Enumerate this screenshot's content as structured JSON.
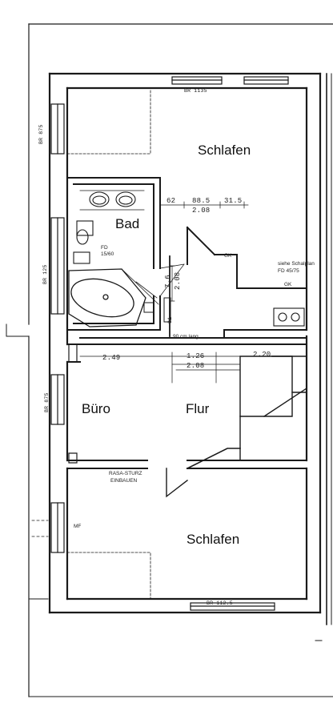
{
  "rooms": {
    "schlafen_top": "Schlafen",
    "bad": "Bad",
    "buero": "Büro",
    "flur": "Flur",
    "schlafen_bottom": "Schlafen"
  },
  "dimensions": {
    "br_top": "BR 1135",
    "br_left_top": "BR 875",
    "br_left_bath": "BR 125",
    "br_left_office": "BR 875",
    "br_bottom": "BR 112.5",
    "d_62": "62",
    "d_885": "88.5",
    "d_315": "31.5",
    "d_208_top": "2.08",
    "d_76": "7.6",
    "d_208_vert": "2.08",
    "d_91": "91",
    "d_249": "2.49",
    "d_126": "1.26",
    "d_208_mid": "2.08",
    "d_220": "2.20",
    "d_90": "90 cm lang",
    "fd_bath": "FD",
    "fd_bath_size": "15/60",
    "gk_1": "GK",
    "gk_2": "GK",
    "fd_right": "FD 45/75",
    "schalung": "siehe Schalplan",
    "rasa": "RASA-STURZ",
    "einbauen": "EINBAUEN",
    "mf": "MF"
  }
}
